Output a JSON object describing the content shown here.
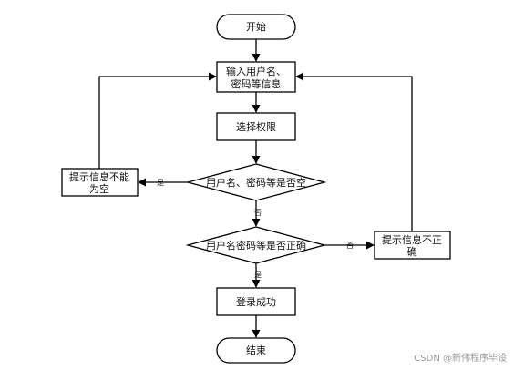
{
  "nodes": {
    "start": "开始",
    "input_line1": "输入用户名、",
    "input_line2": "密码等信息",
    "select": "选择权限",
    "check_empty": "用户名、密码等是否空",
    "check_correct": "用户名密码等是否正确",
    "empty_tip_line1": "提示信息不能",
    "empty_tip_line2": "为空",
    "wrong_tip_line1": "提示信息不正",
    "wrong_tip_line2": "确",
    "success": "登录成功",
    "end": "结束"
  },
  "edge_labels": {
    "empty_yes": "是",
    "empty_no": "否",
    "correct_no": "否",
    "correct_yes": "是"
  },
  "watermark": "CSDN @新伟程序毕设"
}
